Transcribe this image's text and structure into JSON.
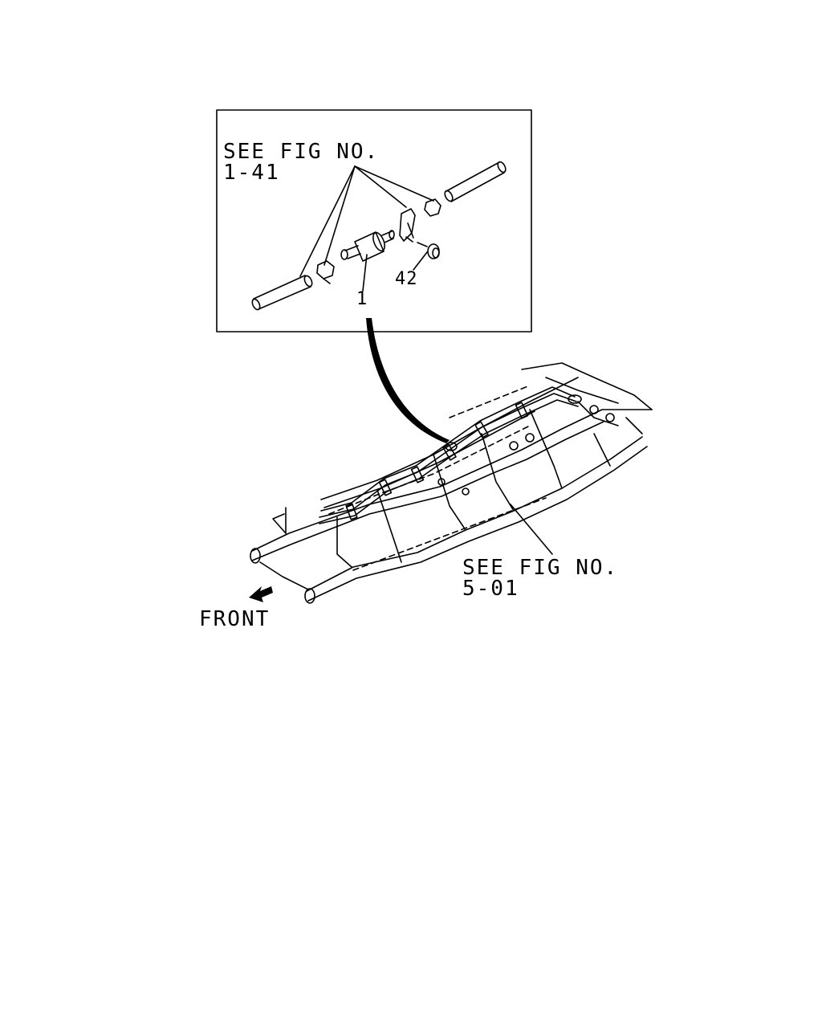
{
  "callouts": {
    "inset_ref_line1": "SEE FIG NO.",
    "inset_ref_line2": "1-41",
    "frame_ref_line1": "SEE FIG NO.",
    "frame_ref_line2": "5-01",
    "part_1": "1",
    "part_42": "42",
    "front": "FRONT"
  },
  "colors": {
    "ink": "#000000",
    "paper": "#ffffff"
  },
  "icons": {
    "front_direction": "arrow-down-left-icon"
  }
}
